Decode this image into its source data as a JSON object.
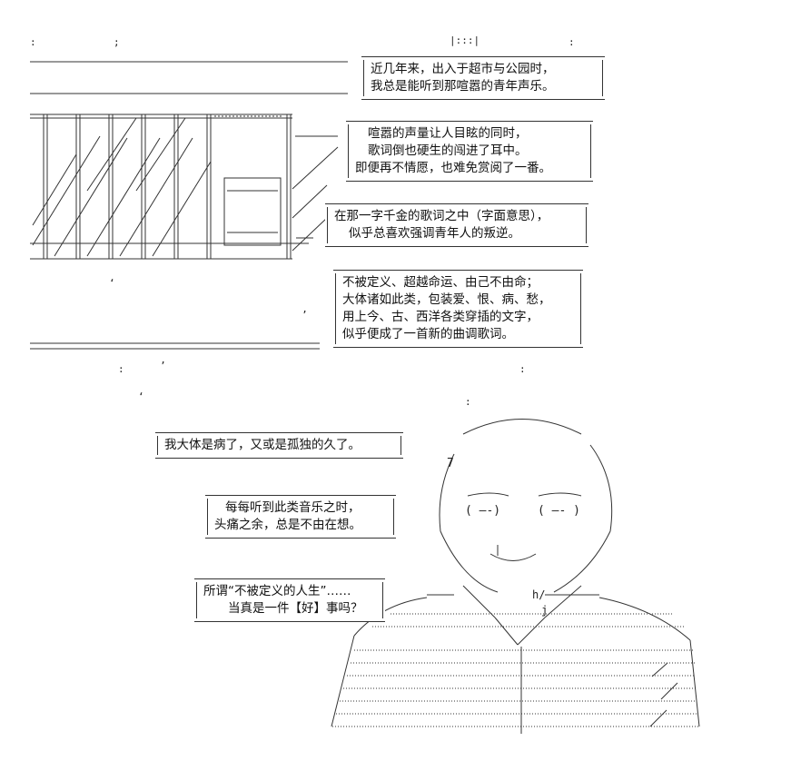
{
  "caption_boxes": [
    {
      "id": "box-1",
      "lines": [
        "近几年来，出入于超市与公园时，",
        "我总是能听到那喧嚣的青年声乐。"
      ]
    },
    {
      "id": "box-2",
      "lines": [
        "喧嚣的声量让人目眩的同时，",
        "歌词倒也硬生的闯进了耳中。",
        "即便再不情愿，也难免赏阅了一番。"
      ]
    },
    {
      "id": "box-3",
      "lines": [
        "在那一字千金的歌词之中（字面意思），",
        "似乎总喜欢强调青年人的叛逆。"
      ]
    },
    {
      "id": "box-4",
      "lines": [
        "不被定义、超越命运、由己不由命；",
        "大体诸如此类，包装爱、恨、病、愁，",
        "用上今、古、西洋各类穿插的文字，",
        "似乎便成了一首新的曲调歌词。"
      ]
    },
    {
      "id": "box-5",
      "lines": [
        "我大体是病了，又或是孤独的久了。"
      ]
    },
    {
      "id": "box-6",
      "lines": [
        "每每听到此类音乐之时，",
        "头痛之余，总是不由在想。"
      ]
    },
    {
      "id": "box-7",
      "lines": [
        "所谓“不被定义的人生”……",
        "　　当真是一件【好】事吗？"
      ]
    }
  ],
  "ascii_marks": [
    ":",
    "‘",
    ";",
    "’",
    "|:::|",
    ":",
    "7",
    "( —-)",
    "( —- )",
    "h/",
    "j"
  ]
}
